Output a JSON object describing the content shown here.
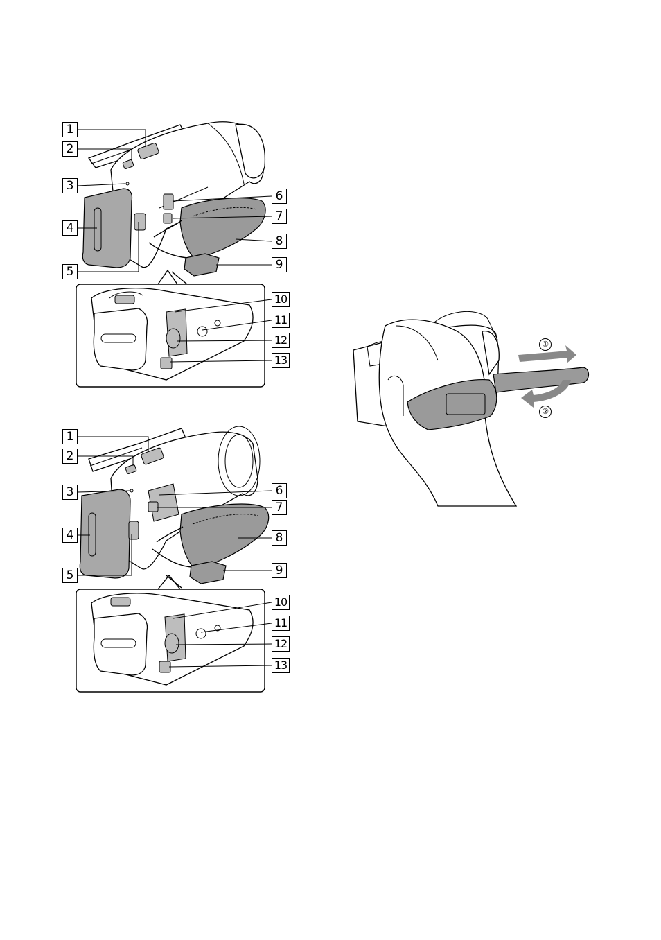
{
  "diagram_top": {
    "callouts_left": [
      "1",
      "2",
      "3",
      "4",
      "5"
    ],
    "callouts_right": [
      "6",
      "7",
      "8",
      "9"
    ],
    "callouts_inset": [
      "10",
      "11",
      "12",
      "13"
    ]
  },
  "diagram_bottom": {
    "callouts_left": [
      "1",
      "2",
      "3",
      "4",
      "5"
    ],
    "callouts_right": [
      "6",
      "7",
      "8",
      "9"
    ],
    "callouts_inset": [
      "10",
      "11",
      "12",
      "13"
    ]
  },
  "strap_illustration": {
    "step_1": "①",
    "step_2": "②"
  },
  "colors": {
    "strap_gray": "#9a9a9a",
    "arrow_gray": "#888888",
    "battery_gray": "#a8a8a8"
  }
}
